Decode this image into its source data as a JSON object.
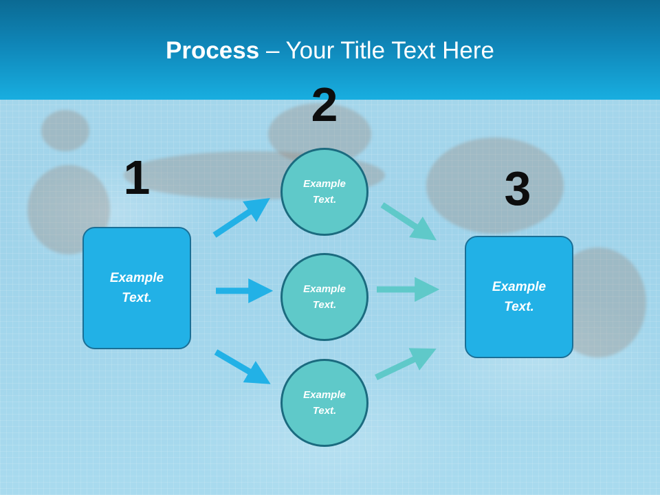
{
  "title": {
    "bold": "Process",
    "rest": " – Your Title Text Here"
  },
  "steps": {
    "one": "1",
    "two": "2",
    "three": "3"
  },
  "left_box": {
    "line1": "Example",
    "line2": "Text."
  },
  "right_box": {
    "line1": "Example",
    "line2": "Text."
  },
  "circles": [
    {
      "line1": "Example",
      "line2": "Text."
    },
    {
      "line1": "Example",
      "line2": "Text."
    },
    {
      "line1": "Example",
      "line2": "Text."
    }
  ],
  "colors": {
    "title_band_dark": "#0b6a93",
    "title_band_light": "#18aee0",
    "box_fill": "#22b1e6",
    "box_border": "#1a6f96",
    "circle_fill": "#5fc9c9",
    "circle_border": "#1b6b7f",
    "arrow_blue": "#22b1e6",
    "arrow_teal": "#5fc9c9"
  }
}
